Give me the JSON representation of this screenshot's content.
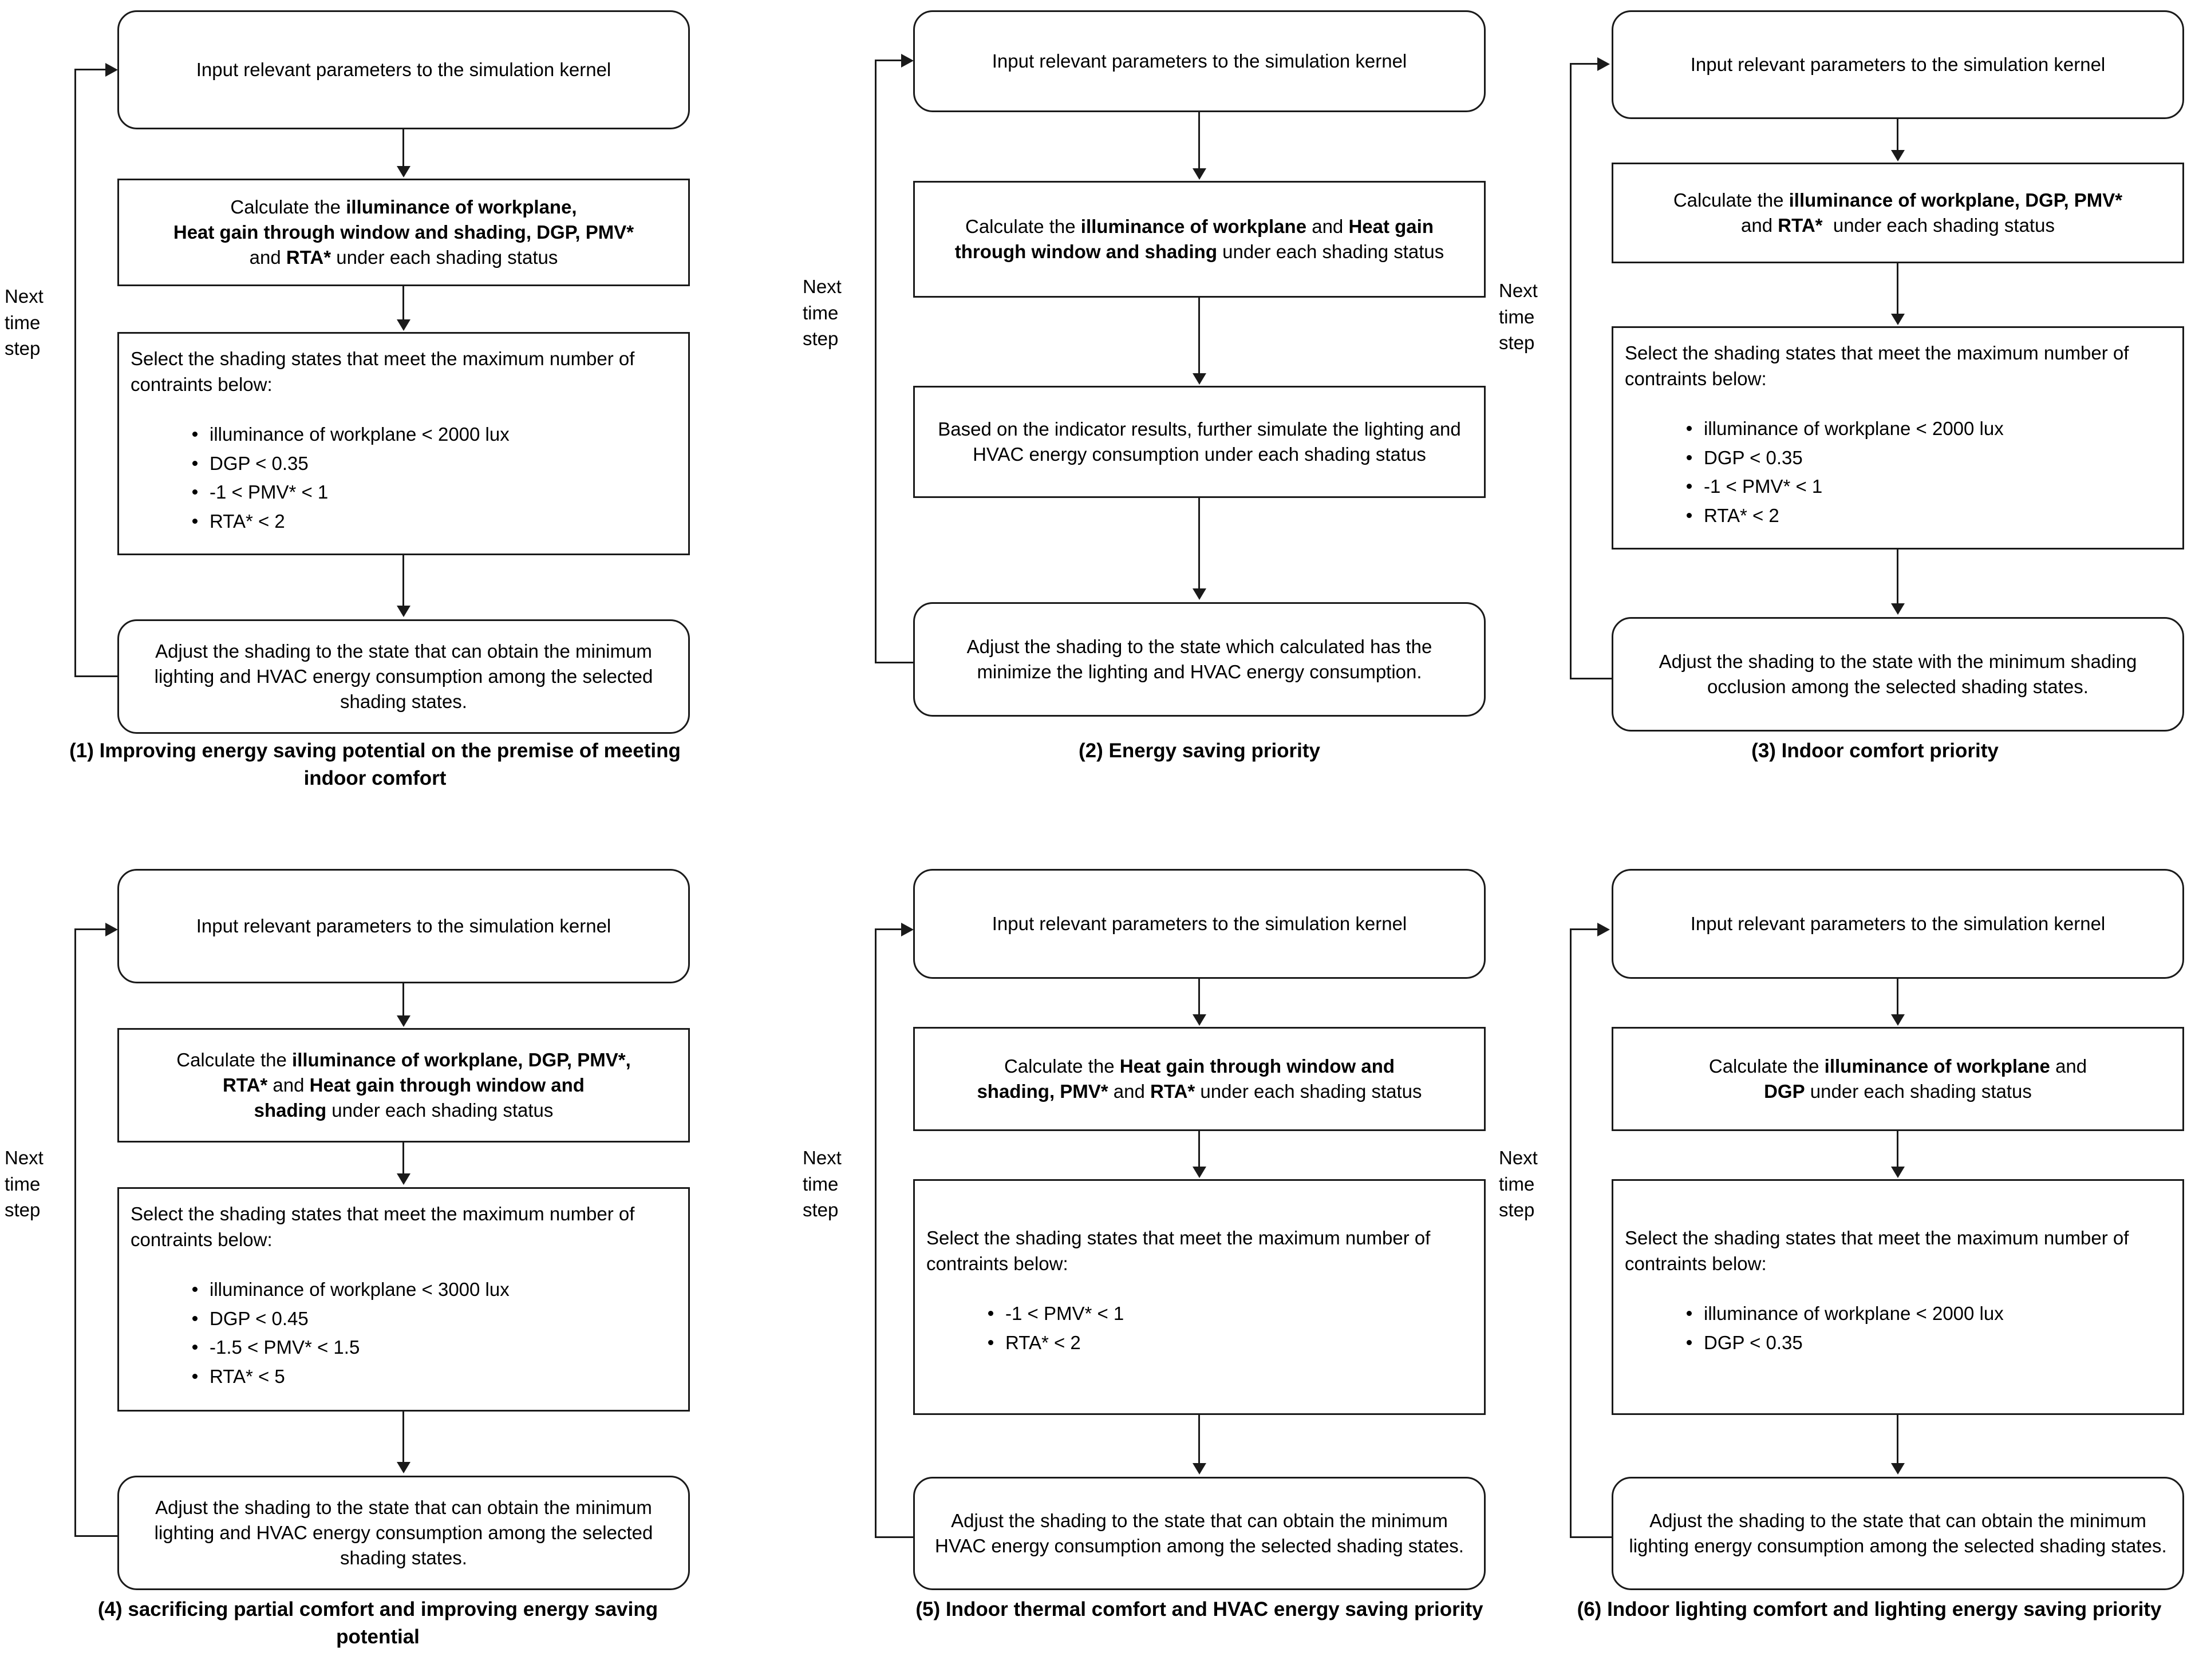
{
  "figure": {
    "type": "flowchart-grid",
    "rows": 2,
    "columns": 3,
    "loop_label": "Next\ntime\nstep",
    "line_color": "#1a1a1a",
    "background": "#ffffff"
  },
  "panels": [
    {
      "id": "panel-1",
      "caption": "(1) Improving energy saving potential on the premise of meeting indoor comfort",
      "nodes": {
        "input": "Input relevant parameters to the simulation kernel",
        "calculate_html": "Calculate the <b>illuminance of workplane,<br>Heat gain through window and shading, DGP, PMV*</b><br>and <b>RTA*</b> under each shading status",
        "select_lede": "Select the shading states that meet the maximum number of contraints below:",
        "constraints": [
          "illuminance of workplane < 2000 lux",
          "DGP < 0.35",
          "-1 < PMV* < 1",
          "RTA* < 2"
        ],
        "adjust": "Adjust the shading to the state that can obtain the minimum lighting and HVAC energy consumption among the selected shading states."
      }
    },
    {
      "id": "panel-2",
      "caption": "(2) Energy saving priority",
      "nodes": {
        "input": "Input relevant parameters to the simulation kernel",
        "calculate_html": "Calculate the <b>illuminance of workplane</b> and <b>Heat gain through window and shading</b> under each shading status",
        "simulate": "Based on the indicator results, further simulate the lighting and HVAC energy consumption under each shading status",
        "adjust": "Adjust the shading to the state which calculated has the minimize the lighting and HVAC energy consumption."
      }
    },
    {
      "id": "panel-3",
      "caption": "(3) Indoor comfort priority",
      "nodes": {
        "input": "Input relevant parameters to the simulation kernel",
        "calculate_html": "Calculate the <b>illuminance of workplane, DGP, PMV*</b><br>and <b>RTA*</b>&nbsp; under each shading status",
        "select_lede": "Select the shading states that meet the maximum number of contraints below:",
        "constraints": [
          "illuminance of workplane < 2000 lux",
          "DGP < 0.35",
          "-1 < PMV* < 1",
          "RTA* < 2"
        ],
        "adjust": "Adjust the shading to the state with the minimum shading occlusion among the selected shading states."
      }
    },
    {
      "id": "panel-4",
      "caption": "(4) sacrificing partial comfort and improving energy saving potential",
      "nodes": {
        "input": "Input relevant parameters to the simulation kernel",
        "calculate_html": "Calculate the <b>illuminance of workplane, DGP, PMV*,<br>RTA*</b> and <b>Heat gain through window and<br>shading</b> under each shading status",
        "select_lede": "Select the shading states that meet the maximum number of contraints below:",
        "constraints": [
          "illuminance of workplane < 3000 lux",
          "DGP < 0.45",
          "-1.5 < PMV* < 1.5",
          "RTA* < 5"
        ],
        "adjust": "Adjust the shading to the state that can obtain the minimum lighting and HVAC energy consumption among the selected shading states."
      }
    },
    {
      "id": "panel-5",
      "caption": "(5) Indoor thermal comfort and HVAC energy saving priority",
      "nodes": {
        "input": "Input relevant parameters to the simulation kernel",
        "calculate_html": "Calculate the <b>Heat gain through window and<br>shading, PMV*</b> and <b>RTA*</b> under each shading status",
        "select_lede": "Select the shading states that meet the maximum number of contraints below:",
        "constraints": [
          "-1 < PMV* < 1",
          "RTA* < 2"
        ],
        "adjust": "Adjust the shading to the state that can obtain the minimum HVAC energy consumption among the selected shading states."
      }
    },
    {
      "id": "panel-6",
      "caption": "(6) Indoor lighting comfort and lighting energy saving priority",
      "nodes": {
        "input": "Input relevant parameters to the simulation kernel",
        "calculate_html": "Calculate the <b>illuminance of workplane</b> and<br><b>DGP</b> under each shading status",
        "select_lede": "Select the shading states that meet the maximum number of contraints below:",
        "constraints": [
          "illuminance of workplane < 2000 lux",
          "DGP < 0.35"
        ],
        "adjust": "Adjust the shading to the state that can obtain the minimum lighting  energy consumption among the selected shading states."
      }
    }
  ]
}
